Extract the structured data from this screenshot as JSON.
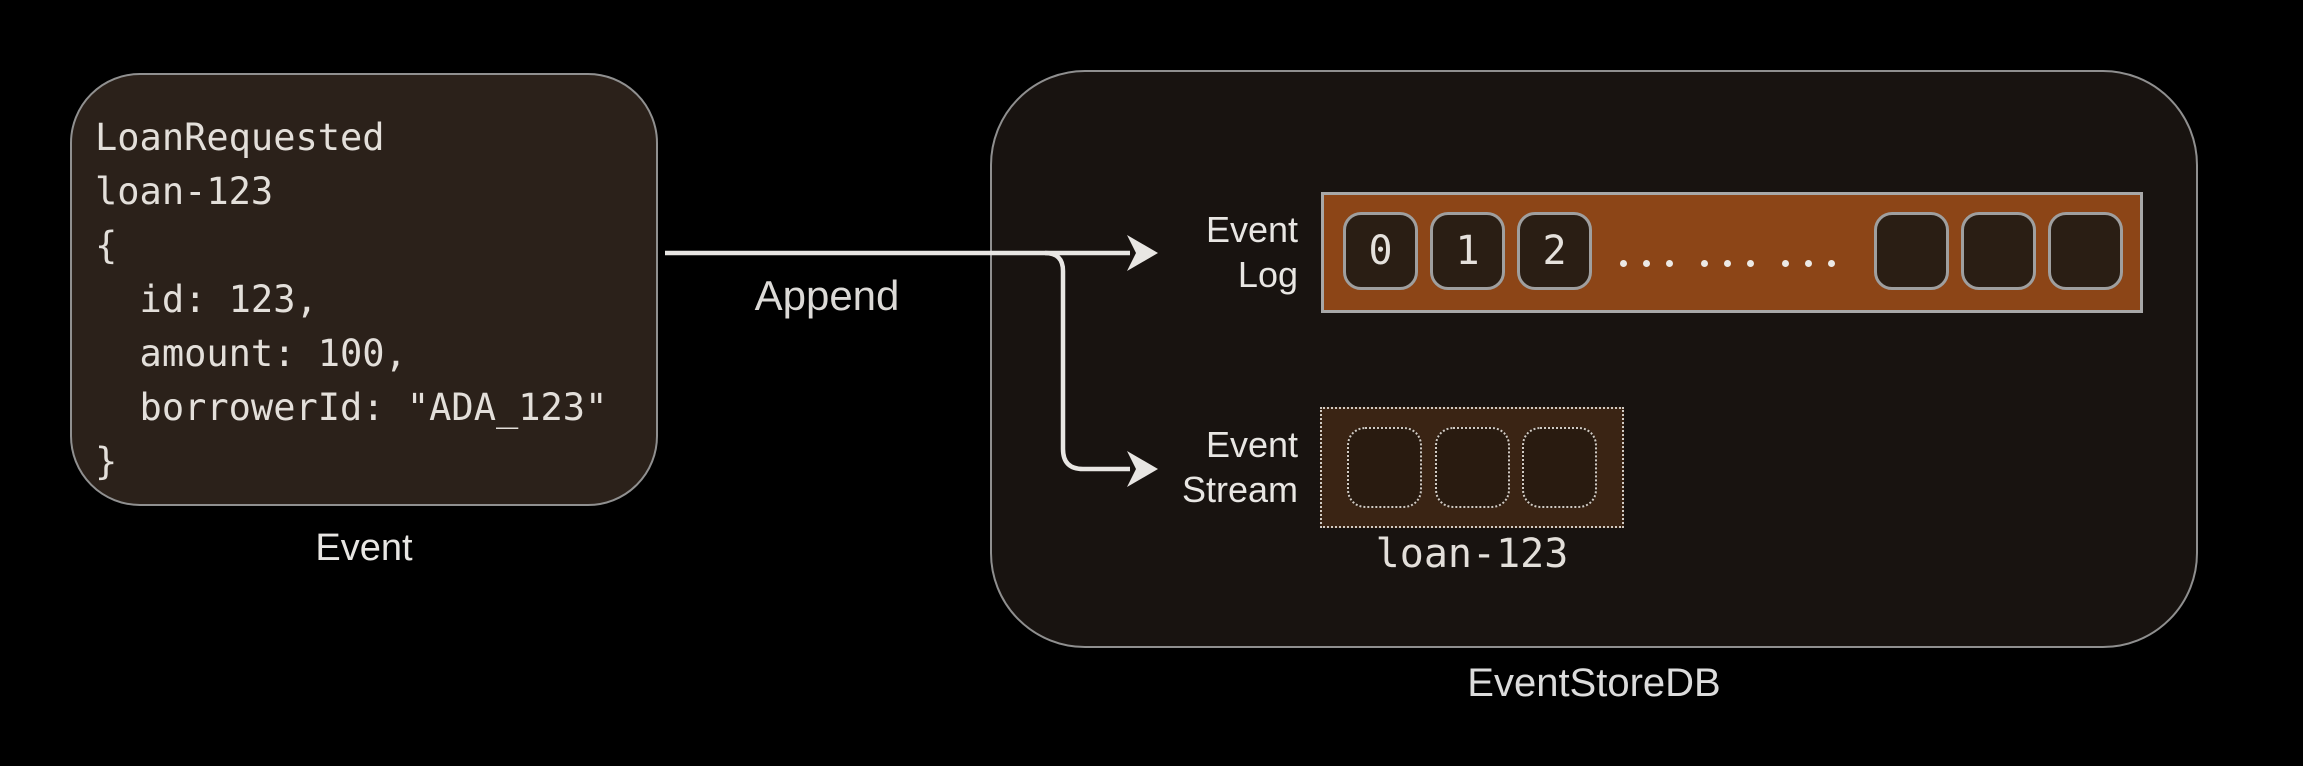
{
  "event_card": {
    "code_lines": [
      "LoanRequested",
      "loan-123",
      "{",
      "  id: 123,",
      "  amount: 100,",
      "  borrowerId: \"ADA_123\"",
      "}"
    ],
    "caption": "Event"
  },
  "append": {
    "label": "Append"
  },
  "eventstoredb": {
    "caption": "EventStoreDB",
    "event_log": {
      "label": [
        "Event",
        "Log"
      ],
      "numbered_cells": [
        "0",
        "1",
        "2"
      ],
      "empty_cell_count": 3,
      "ellipsis_groups": 3
    },
    "event_stream": {
      "label": [
        "Event",
        "Stream"
      ],
      "cell_count": 3,
      "stream_name": "loan-123"
    }
  },
  "colors": {
    "card_bg": "#2b211a",
    "container_bg": "#181310",
    "log_bar_bg": "#8c4517",
    "cell_bg": "#2a1e14",
    "stream_bg": "#3a2414",
    "stream_cell_bg": "#291b10",
    "border_gray": "#9a9a9a",
    "arrow": "#e8e6e3",
    "text": "#e3dfda"
  }
}
